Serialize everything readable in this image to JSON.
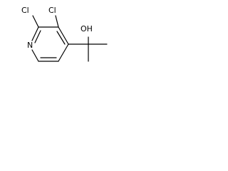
{
  "molecule": {
    "atoms": {
      "chlorine_top": "Cl",
      "chlorine_left": "Cl",
      "nitrogen": "N",
      "hydroxyl": "OH"
    },
    "colors": {
      "bond": "#000000",
      "label": "#000000",
      "background": "#ffffff"
    }
  }
}
